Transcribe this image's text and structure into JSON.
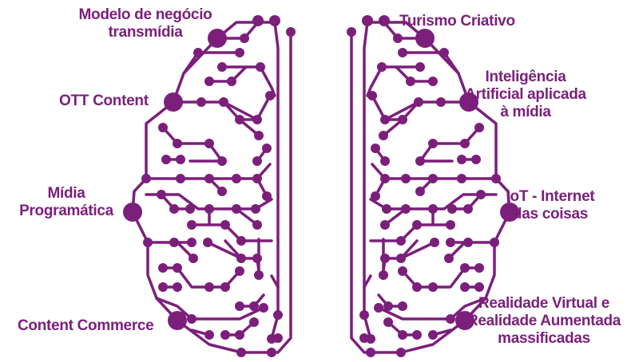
{
  "colors": {
    "accent": "#7b1f7b",
    "background": "#ffffff"
  },
  "labels": {
    "modelo": [
      "Modelo de negócio",
      "transmídia"
    ],
    "ott": [
      "OTT Content"
    ],
    "midia": [
      "Mídia",
      "Programática"
    ],
    "commerce": [
      "Content Commerce"
    ],
    "turismo": [
      "Turismo Criativo"
    ],
    "ia": [
      "Inteligência",
      "Artificial aplicada",
      "à mídia"
    ],
    "iot": [
      "IoT - Internet",
      "das coisas"
    ],
    "realidade": [
      "Realidade Virtual e",
      "Realidade Aumentada",
      "massificadas"
    ]
  }
}
